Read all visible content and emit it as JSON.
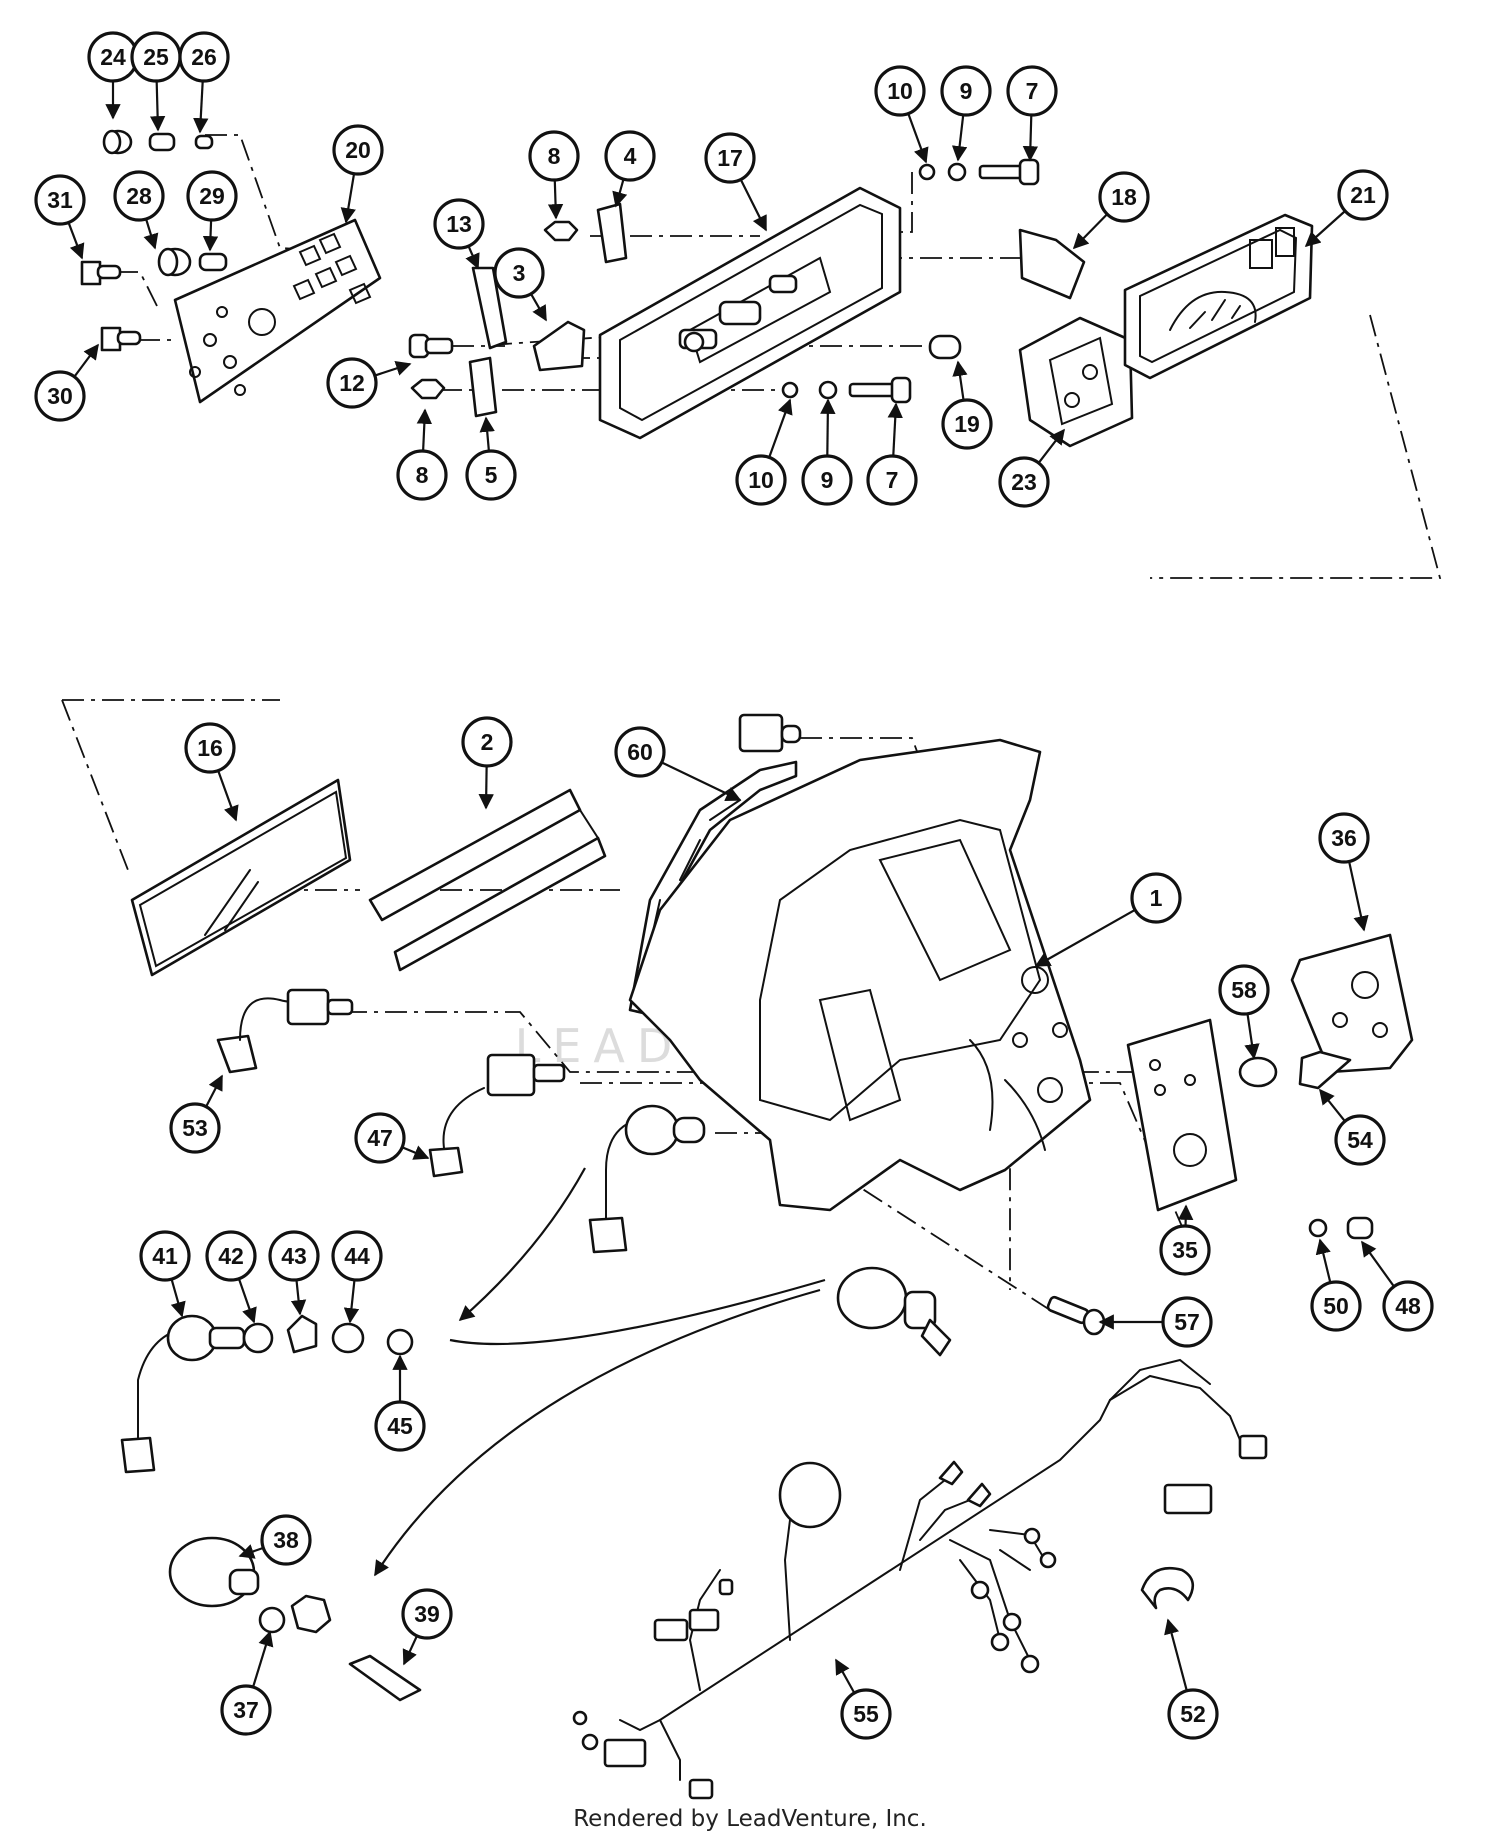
{
  "watermark": "LEADVENTURE",
  "footer": "Rendered by LeadVenture, Inc.",
  "parts": [
    "1",
    "2",
    "3",
    "4",
    "5",
    "7",
    "8",
    "9",
    "10",
    "12",
    "13",
    "16",
    "17",
    "18",
    "19",
    "20",
    "21",
    "23",
    "24",
    "25",
    "26",
    "28",
    "29",
    "30",
    "31",
    "35",
    "36",
    "37",
    "38",
    "39",
    "41",
    "42",
    "43",
    "44",
    "45",
    "47",
    "48",
    "50",
    "52",
    "53",
    "54",
    "55",
    "57",
    "58",
    "60"
  ]
}
